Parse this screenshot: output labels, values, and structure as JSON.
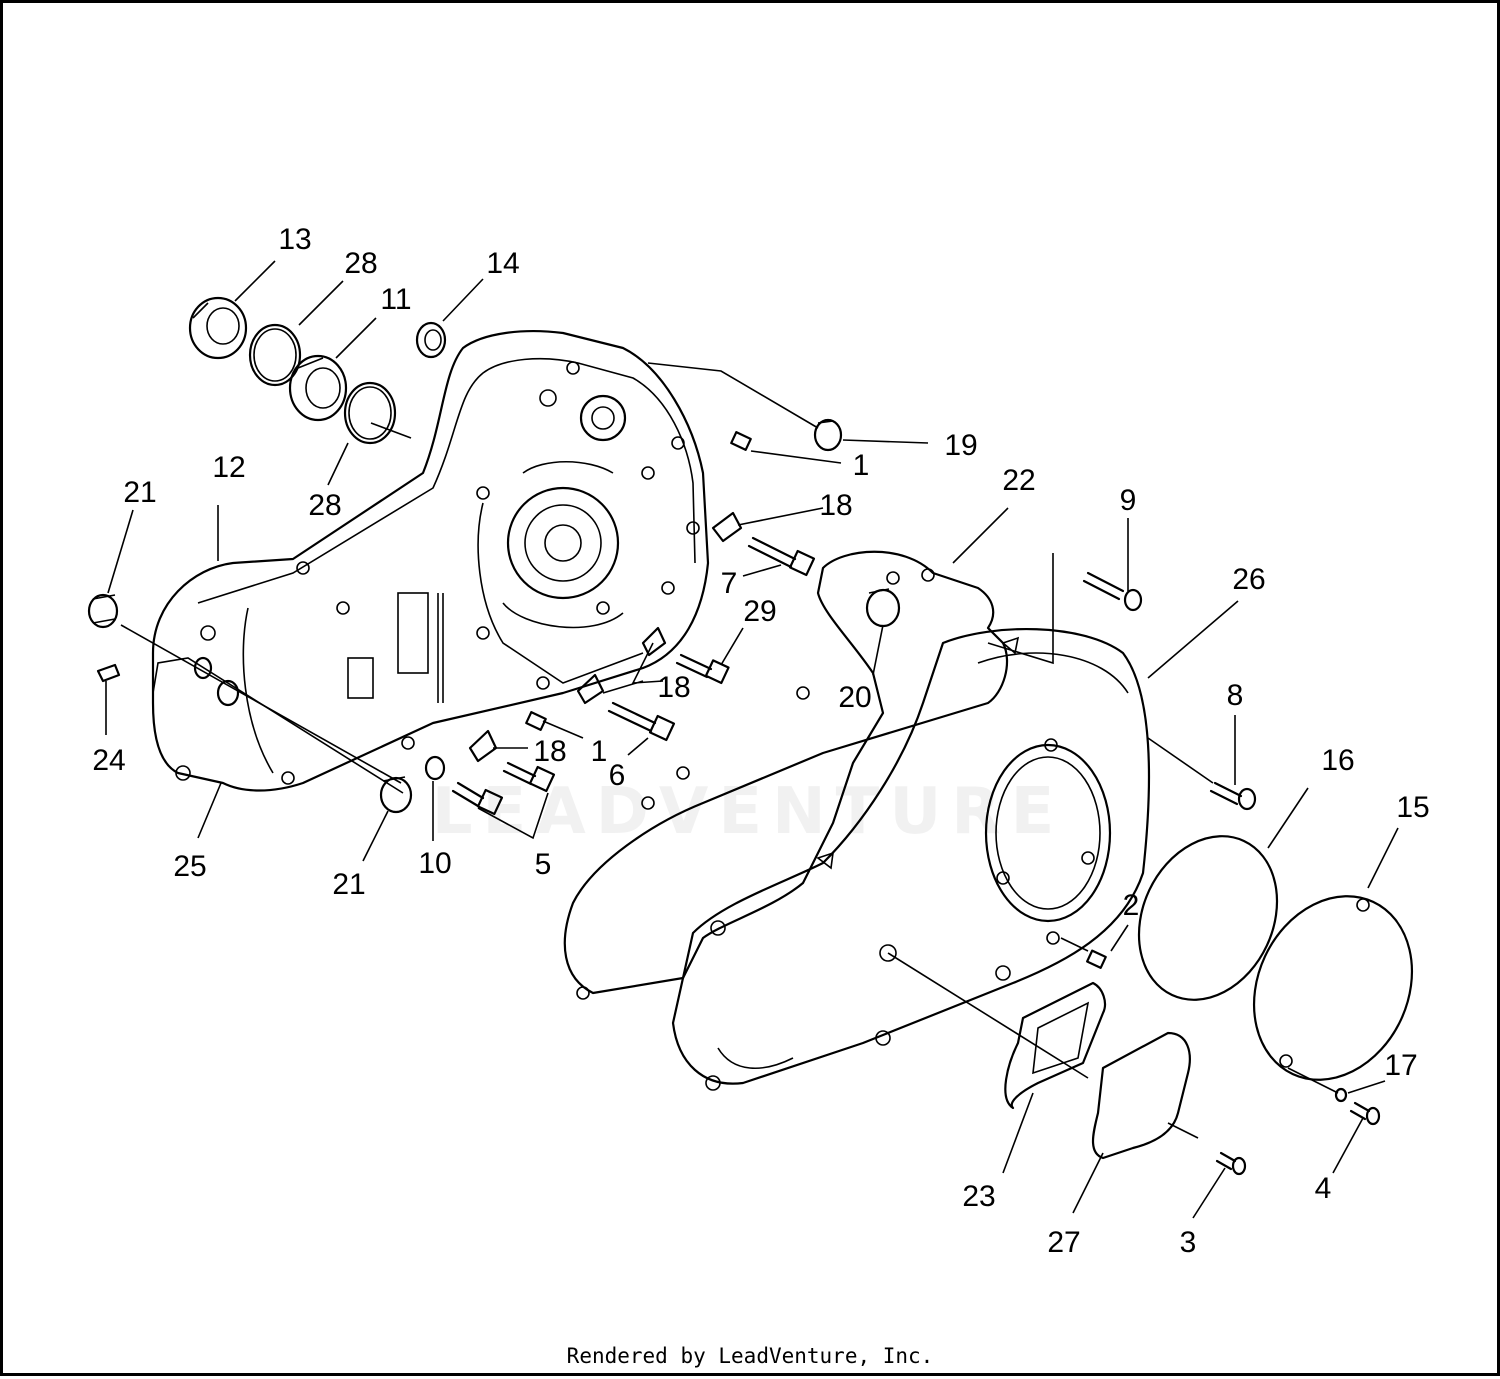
{
  "watermark": "LEADVENTURE",
  "footer": "Rendered by LeadVenture, Inc.",
  "callouts": [
    "13",
    "28",
    "11",
    "14",
    "19",
    "1",
    "12",
    "21",
    "28",
    "18",
    "22",
    "9",
    "26",
    "7",
    "29",
    "24",
    "20",
    "18",
    "8",
    "16",
    "15",
    "25",
    "21",
    "10",
    "18",
    "1",
    "6",
    "5",
    "2",
    "17",
    "23",
    "27",
    "3",
    "4"
  ]
}
